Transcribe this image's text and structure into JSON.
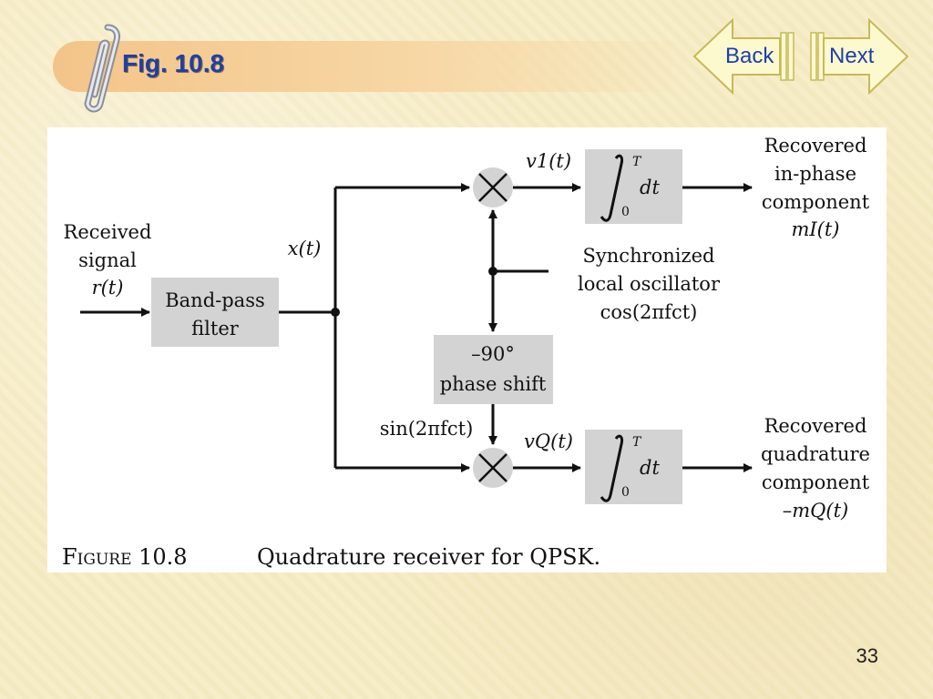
{
  "slide": {
    "title": "Fig. 10.8",
    "page_number": "33",
    "nav": {
      "back": "Back",
      "next": "Next"
    }
  },
  "figure": {
    "caption_label": "Figure 10.8",
    "caption_text": "Quadrature receiver for QPSK.",
    "labels": {
      "received_1": "Received",
      "received_2": "signal",
      "received_3": "r(t)",
      "bpf_1": "Band-pass",
      "bpf_2": "filter",
      "x_t": "x(t)",
      "v1_t": "v1(t)",
      "vq_t": "vQ(t)",
      "osc_1": "Synchronized",
      "osc_2": "local oscillator",
      "osc_3": "cos(2πfct)",
      "phase_1": "–90°",
      "phase_2": "phase shift",
      "sin": "sin(2πfct)",
      "integral_upper": "T",
      "integral_lower": "0",
      "dt": "dt",
      "out_i_1": "Recovered",
      "out_i_2": "in-phase",
      "out_i_3": "component",
      "out_i_4": "mI(t)",
      "out_q_1": "Recovered",
      "out_q_2": "quadrature",
      "out_q_3": "component",
      "out_q_4": "–mQ(t)"
    }
  }
}
